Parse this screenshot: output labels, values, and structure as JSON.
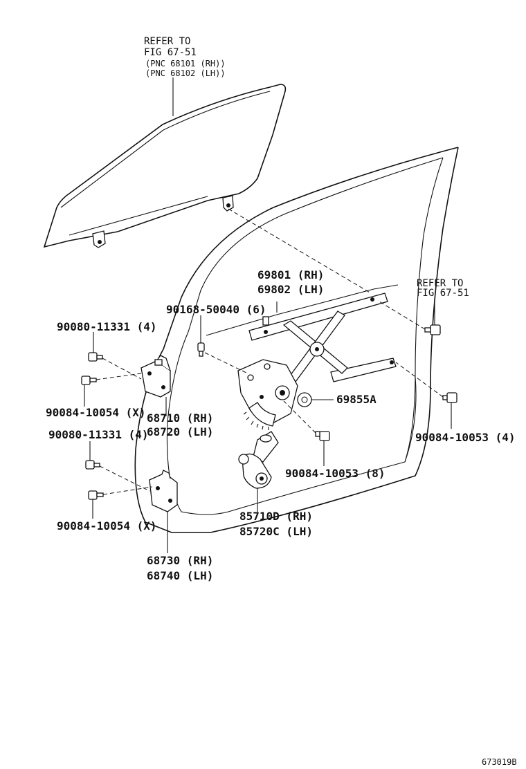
{
  "labels": {
    "refer_glass_1": "REFER TO",
    "refer_glass_2": "FIG 67-51",
    "refer_glass_3": "(PNC 68101 (RH))",
    "refer_glass_4": "(PNC 68102 (LH))",
    "regulator_rh": "69801 (RH)",
    "regulator_lh": "69802 (LH)",
    "refer_right_1": "REFER TO",
    "refer_right_2": "FIG 67-51",
    "bolt_90168": "90168-50040 (6)",
    "bolt_90080_upper": "90080-11331 (4)",
    "bolt_90084_x_upper": "90084-10054 (X)",
    "hinge_upper_rh": "68710 (RH)",
    "hinge_upper_lh": "68720 (LH)",
    "part_69855a": "69855A",
    "bolt_90080_lower": "90080-11331 (4)",
    "bolt_90084_10053_right": "90084-10053 (4)",
    "bolt_90084_10053_8": "90084-10053 (8)",
    "bolt_90084_x_lower": "90084-10054 (X)",
    "motor_rh": "85710D (RH)",
    "motor_lh": "85720C (LH)",
    "hinge_lower_rh": "68730 (RH)",
    "hinge_lower_lh": "68740 (LH)",
    "diagram_code": "673019B"
  }
}
